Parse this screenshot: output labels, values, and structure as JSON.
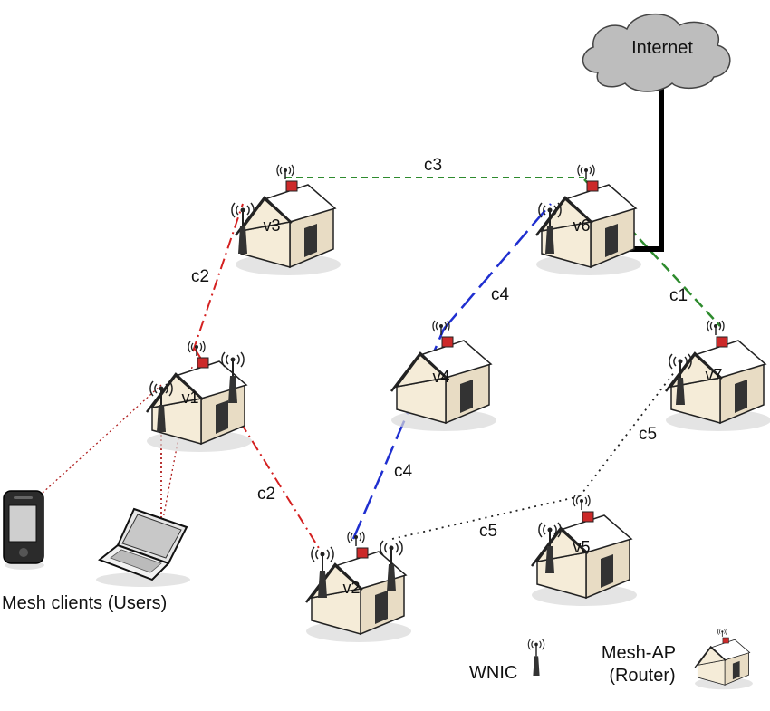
{
  "internet": {
    "label": "Internet"
  },
  "nodes": {
    "v1": {
      "label": "v1"
    },
    "v2": {
      "label": "v2"
    },
    "v3": {
      "label": "v3"
    },
    "v4": {
      "label": "v4"
    },
    "v5": {
      "label": "v5"
    },
    "v6": {
      "label": "v6"
    },
    "v7": {
      "label": "v7"
    }
  },
  "links": {
    "c1": {
      "label": "c1",
      "color": "#2e8b2e"
    },
    "c2_top": {
      "label": "c2",
      "color": "#d42020"
    },
    "c2_bottom": {
      "label": "c2",
      "color": "#d42020"
    },
    "c3": {
      "label": "c3",
      "color": "#2e8b2e"
    },
    "c4_top": {
      "label": "c4",
      "color": "#1f2fd0"
    },
    "c4_bottom": {
      "label": "c4",
      "color": "#1f2fd0"
    },
    "c5_left": {
      "label": "c5",
      "color": "#222222"
    },
    "c5_right": {
      "label": "c5",
      "color": "#222222"
    }
  },
  "clients": {
    "label": "Mesh clients (Users)",
    "link_color": "#b02020"
  },
  "legend": {
    "wnic_label": "WNIC",
    "mesh_ap_line1": "Mesh-AP",
    "mesh_ap_line2": "(Router)"
  }
}
